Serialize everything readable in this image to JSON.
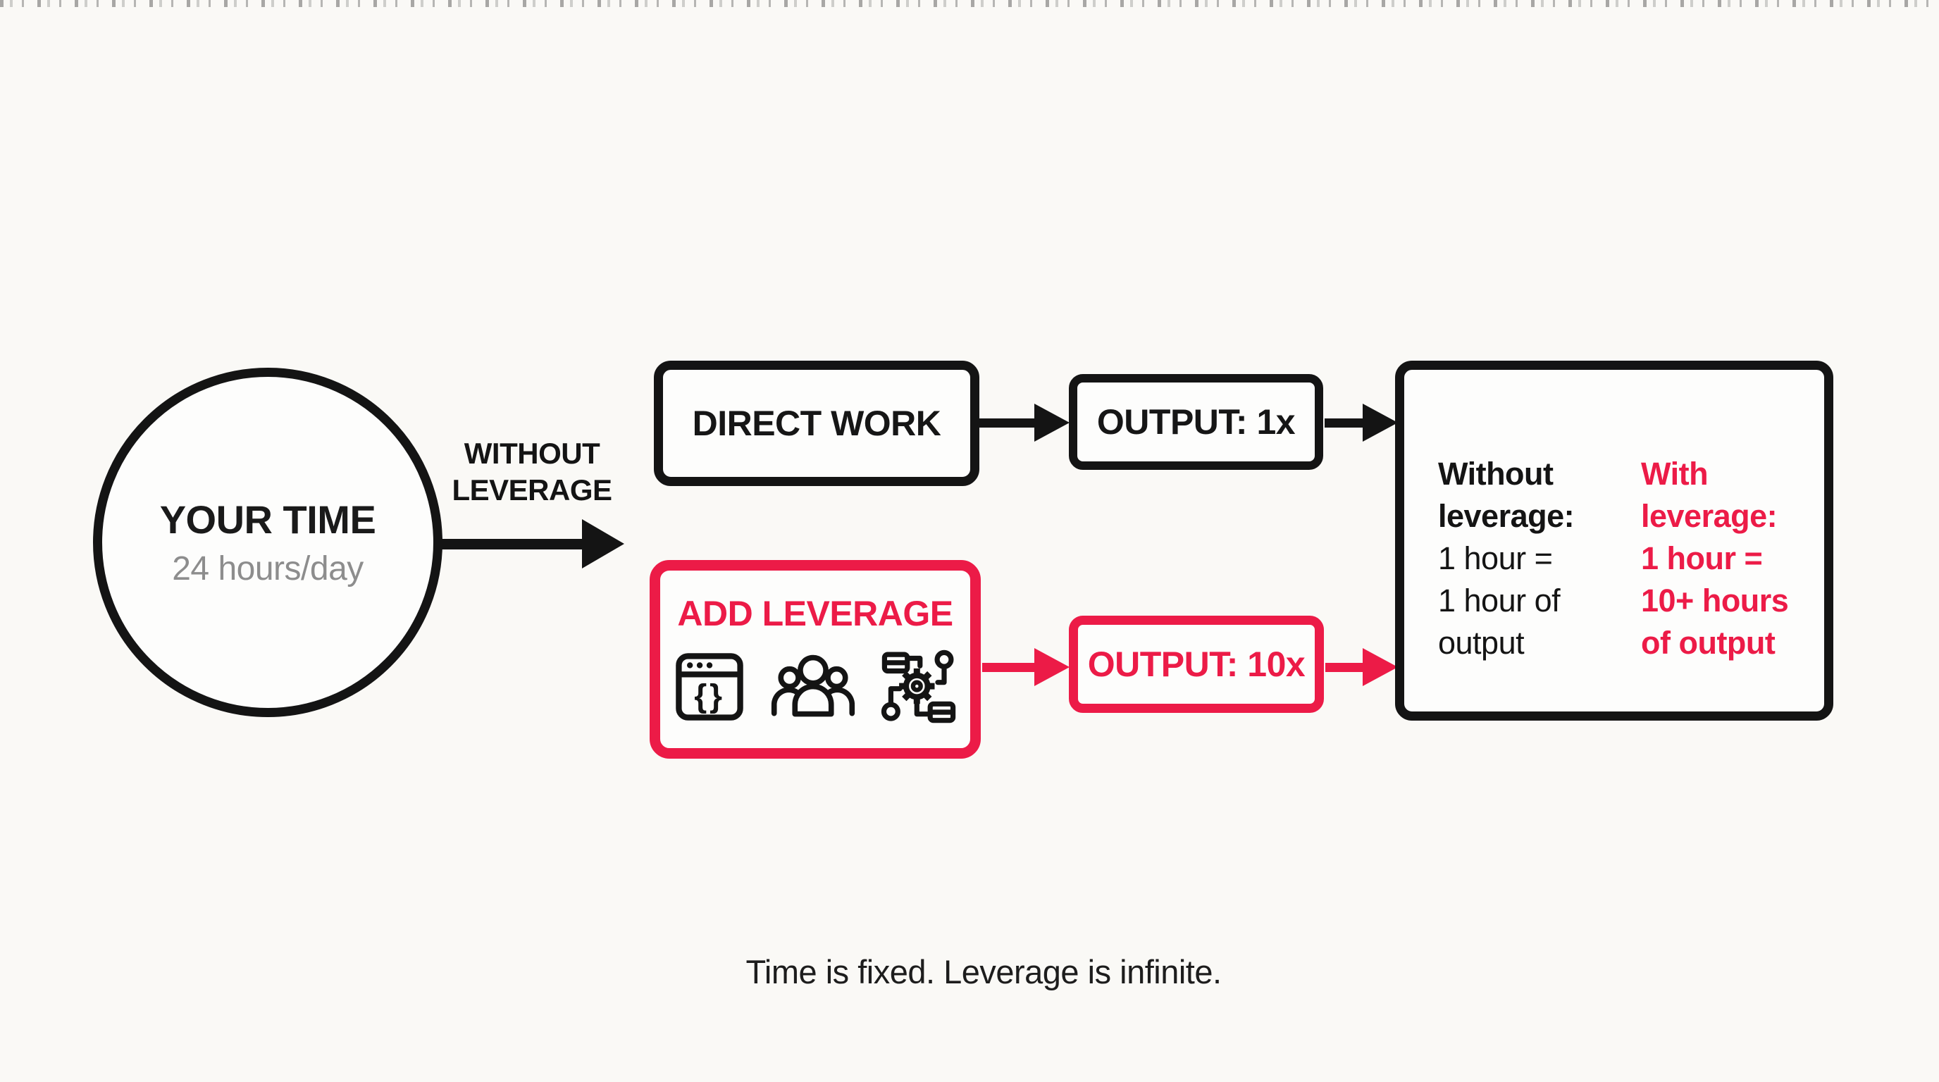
{
  "colors": {
    "accent_red": "#EC1B47",
    "ink": "#141414",
    "muted_gray": "#8D8D8D",
    "background": "#FAF9F6"
  },
  "time_circle": {
    "title": "YOUR TIME",
    "subtitle": "24 hours/day"
  },
  "path_label": {
    "line1": "WITHOUT",
    "line2": "LEVERAGE"
  },
  "top_path": {
    "direct_work_label": "DIRECT WORK",
    "output_label": "OUTPUT: 1x"
  },
  "bottom_path": {
    "add_leverage_label": "ADD LEVERAGE",
    "code_braces": "{}",
    "icons": [
      "code-window-icon",
      "team-icon",
      "workflow-automation-icon"
    ],
    "output_label": "OUTPUT: 10x"
  },
  "result_box": {
    "without_column": {
      "heading_lines": [
        "Without",
        "leverage:"
      ],
      "body_lines": [
        "1 hour =",
        "1 hour of",
        "output"
      ]
    },
    "with_column": {
      "heading_lines": [
        "With",
        "leverage:"
      ],
      "body_lines": [
        "1 hour =",
        "10+ hours",
        "of output"
      ]
    }
  },
  "caption": "Time is fixed. Leverage is infinite."
}
